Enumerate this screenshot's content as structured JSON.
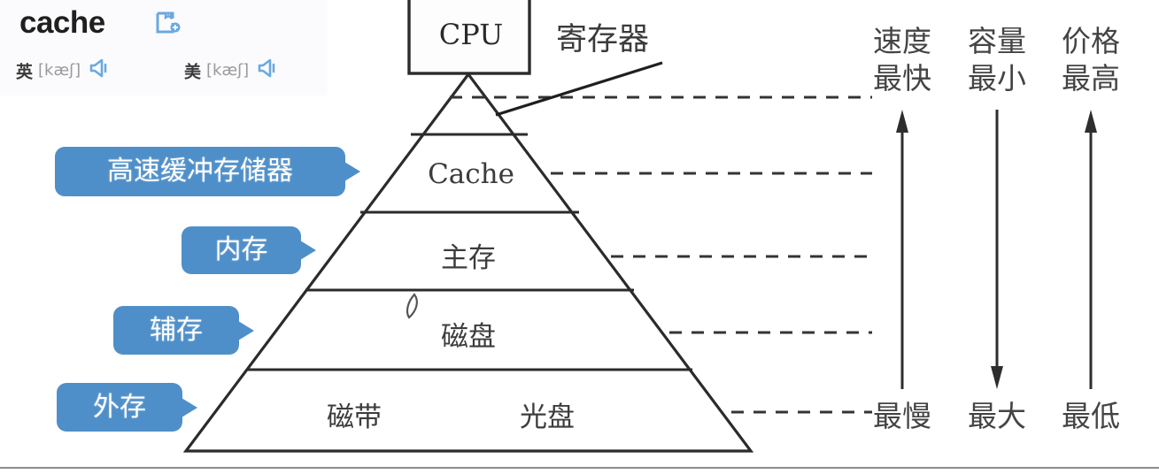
{
  "dictionary": {
    "word": "cache",
    "collect_icon": "add-to-wordbook-icon",
    "pronunciations": [
      {
        "locale": "英",
        "ipa": "[kæʃ]",
        "speaker_icon": "speaker-icon"
      },
      {
        "locale": "美",
        "ipa": "[kæʃ]",
        "speaker_icon": "speaker-icon"
      }
    ]
  },
  "diagram": {
    "title_box": "CPU",
    "register_label": "寄存器",
    "tiers": [
      {
        "name": "register-tier",
        "label": ""
      },
      {
        "name": "cache-tier",
        "label": "Cache"
      },
      {
        "name": "main-memory-tier",
        "label": "主存"
      },
      {
        "name": "disk-tier",
        "label": "磁盘"
      },
      {
        "name": "offline-tier",
        "label_left": "磁带",
        "label_right": "光盘"
      }
    ],
    "callouts": [
      {
        "name": "callout-cache",
        "label": "高速缓冲存储器"
      },
      {
        "name": "callout-main-memory",
        "label": "内存"
      },
      {
        "name": "callout-secondary-storage",
        "label": "辅存"
      },
      {
        "name": "callout-external-storage",
        "label": "外存"
      }
    ],
    "axes": [
      {
        "name": "speed-axis",
        "title": "速度",
        "top": "最快",
        "bottom": "最慢",
        "direction": "up"
      },
      {
        "name": "capacity-axis",
        "title": "容量",
        "top": "最小",
        "bottom": "最大",
        "direction": "down"
      },
      {
        "name": "price-axis",
        "title": "价格",
        "top": "最高",
        "bottom": "最低",
        "direction": "up"
      }
    ]
  },
  "colors": {
    "callout_blue": "#4f8fc9",
    "icon_blue": "#5b9bd5",
    "line_dark": "#2b2b2b",
    "header_bg": "#fbfbfe"
  }
}
